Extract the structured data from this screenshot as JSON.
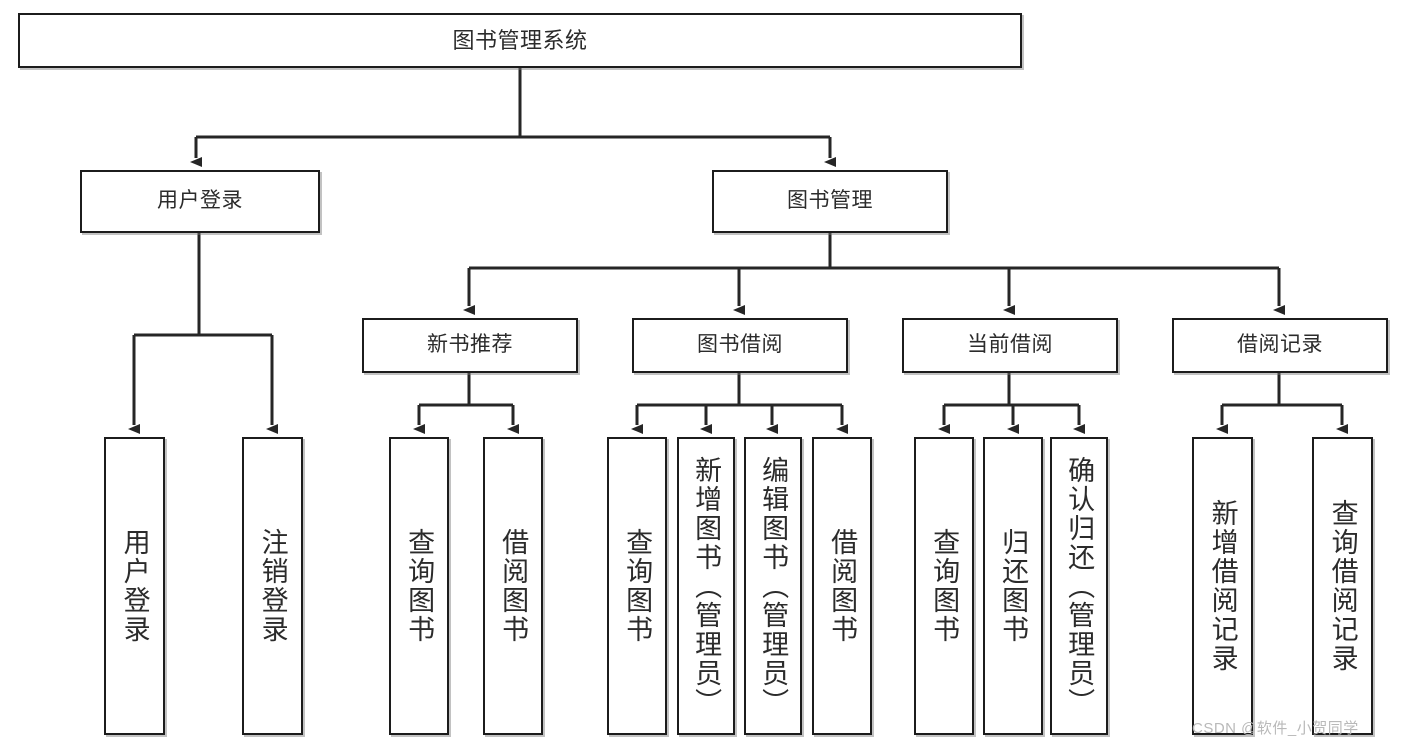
{
  "diagram": {
    "type": "tree-hierarchy",
    "title": "图书管理系统",
    "watermark": "CSDN @软件_小贺同学",
    "colors": {
      "stroke": "#1c1c1c",
      "fill": "#ffffff",
      "text": "#2b2b2b",
      "watermark": "#b9b9b9"
    },
    "nodes": {
      "root": {
        "label": "图书管理系统"
      },
      "level1": [
        {
          "id": "user-login",
          "label": "用户登录"
        },
        {
          "id": "book-management",
          "label": "图书管理"
        }
      ],
      "level2": [
        {
          "id": "new-book-recommend",
          "label": "新书推荐"
        },
        {
          "id": "book-borrow",
          "label": "图书借阅"
        },
        {
          "id": "current-borrow",
          "label": "当前借阅"
        },
        {
          "id": "borrow-record",
          "label": "借阅记录"
        }
      ],
      "leaves": [
        {
          "id": "leaf-user-login",
          "label": "用户登录",
          "parent": "user-login"
        },
        {
          "id": "leaf-logout-login",
          "label": "注销登录",
          "parent": "user-login"
        },
        {
          "id": "leaf-query-book-1",
          "label": "查询图书",
          "parent": "new-book-recommend"
        },
        {
          "id": "leaf-borrow-book-1",
          "label": "借阅图书",
          "parent": "new-book-recommend"
        },
        {
          "id": "leaf-query-book-2",
          "label": "查询图书",
          "parent": "book-borrow"
        },
        {
          "id": "leaf-add-book",
          "label": "新增图书（管理员）",
          "parent": "book-borrow"
        },
        {
          "id": "leaf-edit-book",
          "label": "编辑图书（管理员）",
          "parent": "book-borrow"
        },
        {
          "id": "leaf-borrow-book-2",
          "label": "借阅图书",
          "parent": "book-borrow"
        },
        {
          "id": "leaf-query-book-3",
          "label": "查询图书",
          "parent": "current-borrow"
        },
        {
          "id": "leaf-return-book",
          "label": "归还图书",
          "parent": "current-borrow"
        },
        {
          "id": "leaf-confirm-return",
          "label": "确认归还（管理员）",
          "parent": "current-borrow"
        },
        {
          "id": "leaf-add-record",
          "label": "新增借阅记录",
          "parent": "borrow-record"
        },
        {
          "id": "leaf-query-record",
          "label": "查询借阅记录",
          "parent": "borrow-record"
        }
      ]
    }
  }
}
